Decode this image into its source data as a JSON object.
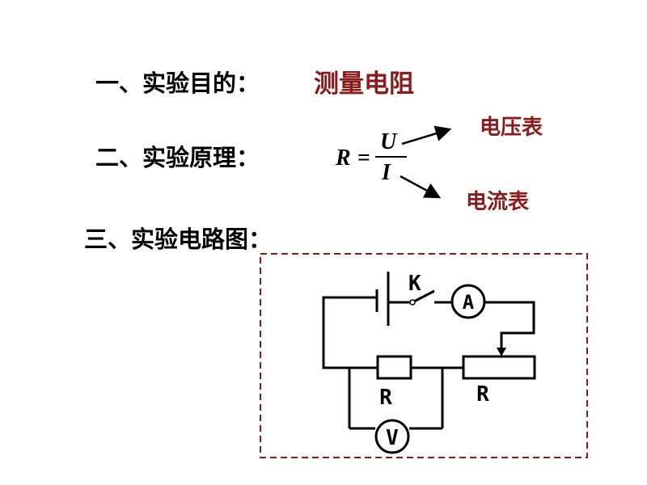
{
  "sections": {
    "purpose": {
      "heading": "一、实验目的：",
      "value": "测量电阻"
    },
    "principle": {
      "heading": "二、实验原理：",
      "formula": {
        "lhs": "R",
        "eq": "=",
        "numerator": "U",
        "denominator": "I"
      },
      "arrow_top_label": "电压表",
      "arrow_bottom_label": "电流表"
    },
    "circuit": {
      "heading": "三、实验电路图："
    }
  },
  "circuit": {
    "switch_label": "K",
    "ammeter_label": "A",
    "voltmeter_label": "V",
    "resistor_label": "R",
    "rheostat_label": "R"
  },
  "colors": {
    "accent": "#8b1a1a",
    "border": "#8b1a1a",
    "wire": "#000000"
  }
}
